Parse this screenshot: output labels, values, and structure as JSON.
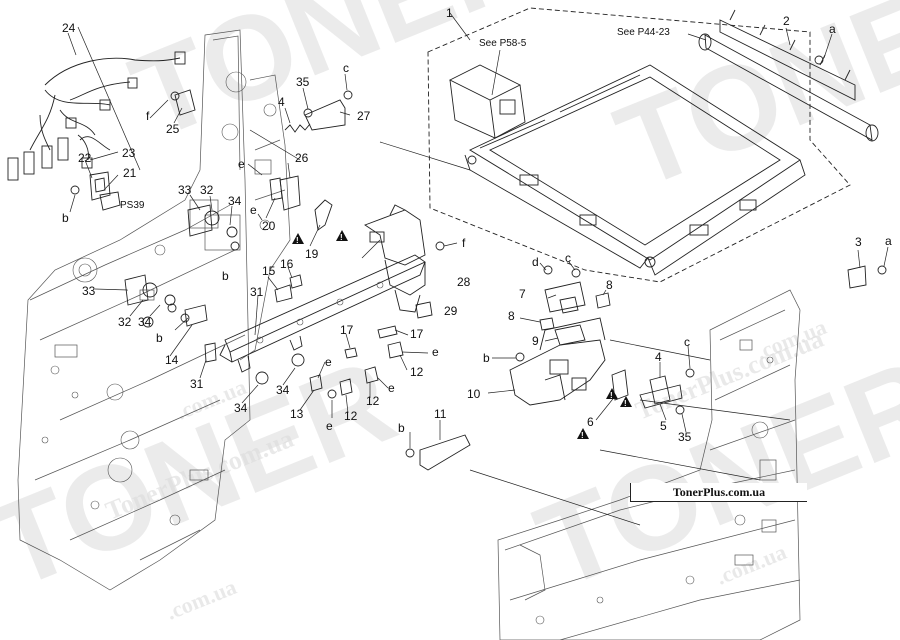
{
  "watermark": {
    "main": "TONER",
    "site_a": "TonerPlus.com.ua",
    "site_b": ".com.ua"
  },
  "site_label": "TonerPlus.com.ua",
  "references": {
    "p58": "See P58-5",
    "p44": "See P44-23"
  },
  "sensor_label": "PS39",
  "callouts": {
    "c1": "1",
    "c2": "2",
    "c3": "3",
    "c4a": "4",
    "c4b": "4",
    "c5": "5",
    "c6": "6",
    "c7": "7",
    "c8a": "8",
    "c8b": "8",
    "c9": "9",
    "c10": "10",
    "c11": "11",
    "c12a": "12",
    "c12b": "12",
    "c12c": "12",
    "c13": "13",
    "c14": "14",
    "c15": "15",
    "c16": "16",
    "c17a": "17",
    "c17b": "17",
    "c19": "19",
    "c20": "20",
    "c21": "21",
    "c22": "22",
    "c23": "23",
    "c24": "24",
    "c25": "25",
    "c26": "26",
    "c27": "27",
    "c28": "28",
    "c29": "29",
    "c31a": "31",
    "c31b": "31",
    "c32a": "32",
    "c32b": "32",
    "c33a": "33",
    "c33b": "33",
    "c34a": "34",
    "c34b": "34",
    "c34c": "34",
    "c34d": "34",
    "c35a": "35",
    "c35b": "35",
    "la1": "a",
    "la2": "a",
    "lb1": "b",
    "lb2": "b",
    "lb3": "b",
    "lb4": "b",
    "lb5": "b",
    "lc1": "c",
    "lc2": "c",
    "lc3": "c",
    "ld1": "d",
    "le1": "e",
    "le2": "e",
    "le3": "e",
    "le4": "e",
    "le5": "e",
    "le6": "e",
    "lf1": "f",
    "lf2": "f"
  }
}
